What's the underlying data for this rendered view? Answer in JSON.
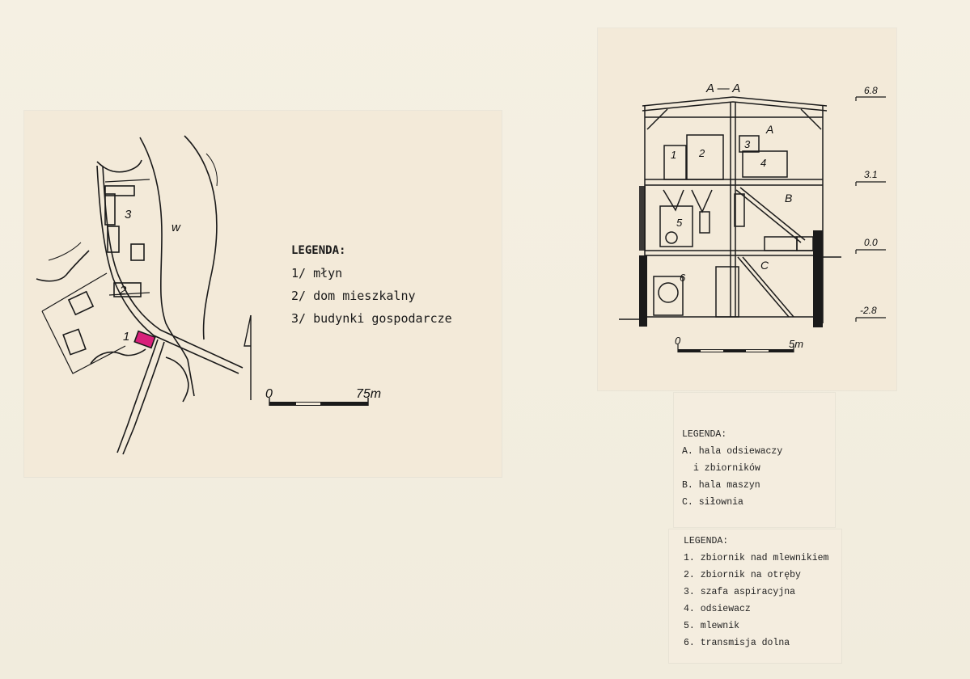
{
  "site_plan": {
    "legend_title": "LEGENDA:",
    "legend_items": [
      "1/ młyn",
      "2/ dom mieszkalny",
      "3/ budynki gospodarcze"
    ],
    "map_labels": {
      "w": "w",
      "n1": "1",
      "n2": "2",
      "n3": "3"
    },
    "scale": {
      "start": "0",
      "end": "75m"
    },
    "highlight_color": "#d8207a"
  },
  "section": {
    "title": "A — A",
    "levels": [
      "6.8",
      "3.1",
      "0.0",
      "-2.8"
    ],
    "zone_labels": {
      "a": "A",
      "b": "B",
      "c": "C"
    },
    "item_numbers": [
      "1",
      "2",
      "3",
      "4",
      "5",
      "6"
    ],
    "scale": {
      "start": "0",
      "end": "5m"
    }
  },
  "legend_halls": {
    "title": "LEGENDA:",
    "items": [
      "A. hala odsiewaczy",
      "i zbiorników",
      "B. hala maszyn",
      "C. siłownia"
    ]
  },
  "legend_numbers": {
    "title": "LEGENDA:",
    "items": [
      "1. zbiornik nad mlewnikiem",
      "2. zbiornik na otręby",
      "3. szafa aspiracyjna",
      "4. odsiewacz",
      "5. mlewnik",
      "6. transmisja dolna"
    ]
  }
}
